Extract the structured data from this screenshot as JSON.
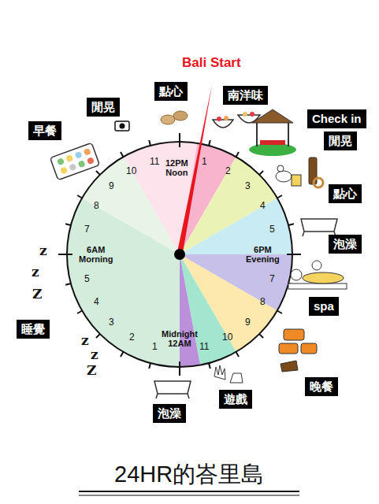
{
  "diagram": {
    "title": "24HR的峇里島",
    "nodes": [
      {
        "text": [
          "點心"
        ]
      },
      {
        "text": [
          "南洋味"
        ]
      },
      {
        "text": [
          "閒晃"
        ]
      },
      {
        "text": [
          "Check in"
        ]
      },
      {
        "text": [
          "早餐"
        ]
      },
      {
        "text": [
          "閒晃"
        ]
      },
      {
        "text": [
          "點心"
        ]
      },
      {
        "text": [
          "泡澡"
        ]
      },
      {
        "text": [
          "spa"
        ]
      },
      {
        "text": [
          "睡覺"
        ]
      },
      {
        "text": [
          "晚餐"
        ]
      },
      {
        "text": [
          "遊戲"
        ]
      },
      {
        "text": [
          "泡澡"
        ]
      }
    ],
    "labels": [
      "Bali Start",
      "12PM Noon",
      "1",
      "2",
      "3",
      "4",
      "5",
      "6PM Evening",
      "7",
      "8",
      "9",
      "10",
      "11",
      "Midnight 12AM",
      "1",
      "2",
      "3",
      "4",
      "5",
      "6AM Morning",
      "7",
      "8",
      "9",
      "10",
      "11",
      "z",
      "z",
      "Z",
      "z",
      "z",
      "Z"
    ]
  }
}
